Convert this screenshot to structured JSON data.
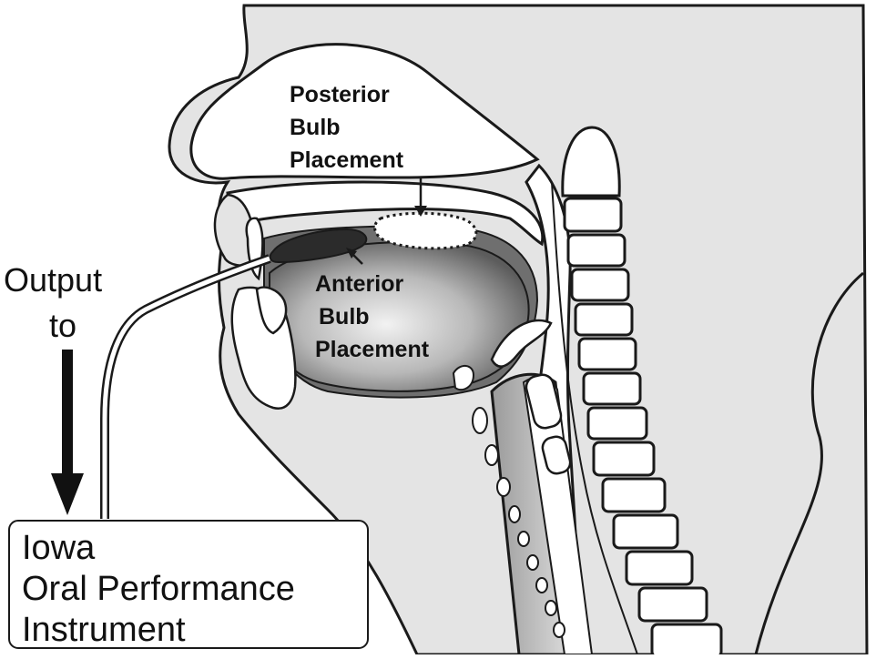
{
  "labels": {
    "posterior": [
      "Posterior",
      "Bulb",
      "Placement"
    ],
    "anterior": [
      "Anterior",
      "Bulb",
      "Placement"
    ],
    "output": [
      "Output",
      "to"
    ]
  },
  "instrument_box": {
    "lines": [
      "Iowa",
      "Oral Performance",
      "Instrument"
    ]
  },
  "colors": {
    "skin": "#e4e4e4",
    "outline": "#1a1a1a",
    "bone": "#ffffff",
    "bulb": "#2b2b2b",
    "cavity_dark": "#707070"
  }
}
